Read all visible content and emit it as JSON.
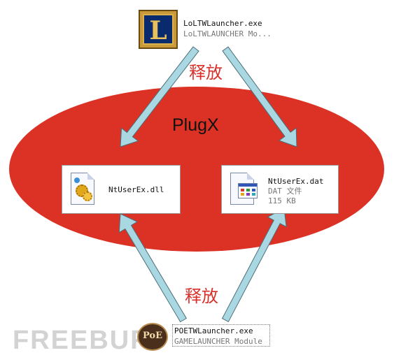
{
  "top_exe": {
    "icon_letter": "L",
    "name": "LoLTWLauncher.exe",
    "description": "LoLTWLAUNCHER Mo..."
  },
  "release_label_top": "释放",
  "release_label_bottom": "释放",
  "ellipse": {
    "title": "PlugX",
    "fill_color": "#dc3226"
  },
  "dll_file": {
    "name": "NtUserEx.dll"
  },
  "dat_file": {
    "name": "NtUserEx.dat",
    "type": "DAT 文件",
    "size": "115 KB"
  },
  "bottom_exe": {
    "icon_text": "PoE",
    "name": "POETWLauncher.exe",
    "description": "GAMELAUNCHER Module"
  },
  "watermark": "FREEBUF",
  "arrow_color": "#a9d8e3"
}
